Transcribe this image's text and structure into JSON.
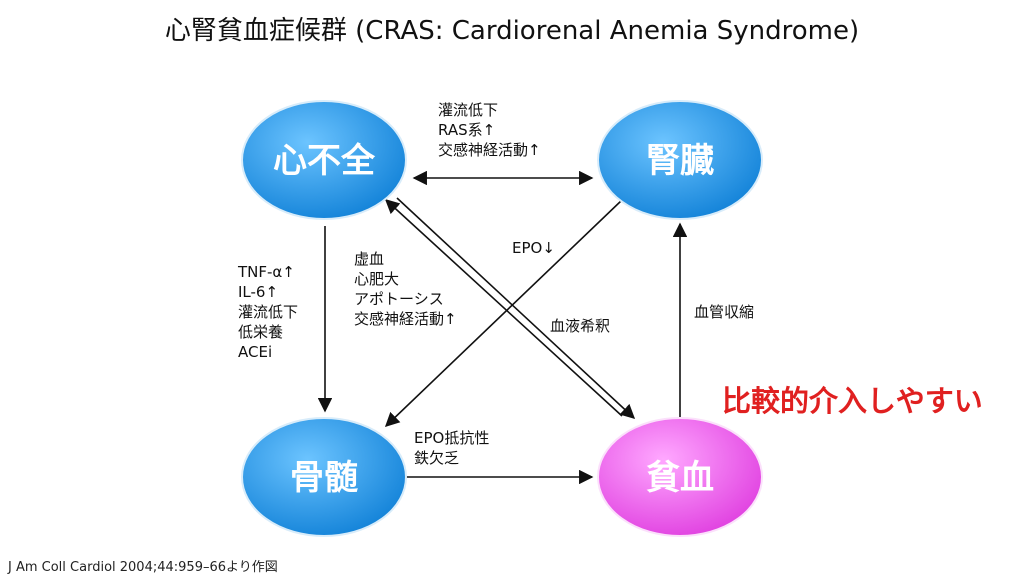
{
  "title": "心腎貧血症候群 (CRAS: Cardiorenal Anemia Syndrome)",
  "nodes": {
    "heart_failure": "心不全",
    "kidney": "腎臓",
    "bone_marrow": "骨髄",
    "anemia": "貧血"
  },
  "edges": {
    "heart_kidney": [
      "灌流低下",
      "RAS系↑",
      "交感神経活動↑"
    ],
    "kidney_marrow": [
      "EPO↓"
    ],
    "heart_marrow": [
      "TNF-α↑",
      "IL-6↑",
      "灌流低下",
      "低栄養",
      "ACEi"
    ],
    "anemia_heart": [
      "虚血",
      "心肥大",
      "アポトーシス",
      "交感神経活動↑"
    ],
    "heart_anemia": [
      "血液希釈"
    ],
    "anemia_kidney": [
      "血管収縮"
    ],
    "marrow_anemia": [
      "EPO抵抗性",
      "鉄欠乏"
    ]
  },
  "emphasis": "比較的介入しやすい",
  "citation": "J Am Coll Cardiol 2004;44:959–66より作図",
  "colors": {
    "node_blue": "#1e90e0",
    "node_blue_light": "#5cb8f5",
    "node_pink": "#ee55ee",
    "node_pink_light": "#ff9cff",
    "emphasis_red": "#e02020"
  }
}
